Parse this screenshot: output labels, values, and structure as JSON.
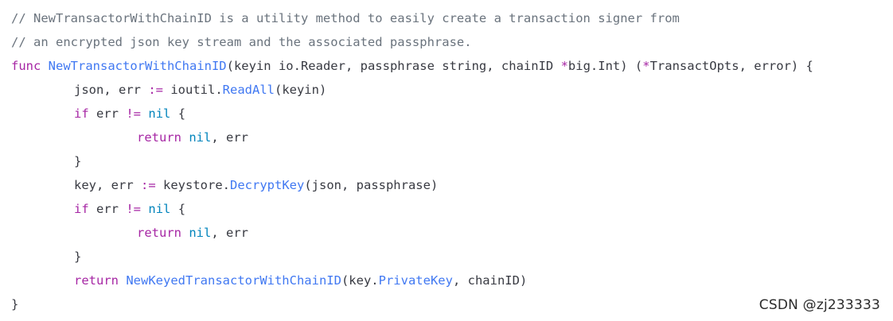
{
  "code": {
    "lines": [
      {
        "indent": 0,
        "tokens": [
          {
            "t": "comment",
            "v": "// NewTransactorWithChainID is a utility method to easily create a transaction signer from"
          }
        ]
      },
      {
        "indent": 0,
        "tokens": [
          {
            "t": "comment",
            "v": "// an encrypted json key stream and the associated passphrase."
          }
        ]
      },
      {
        "indent": 0,
        "tokens": [
          {
            "t": "keyword",
            "v": "func"
          },
          {
            "t": "plain",
            "v": " "
          },
          {
            "t": "func",
            "v": "NewTransactorWithChainID"
          },
          {
            "t": "plain",
            "v": "(keyin io.Reader, passphrase string, chainID "
          },
          {
            "t": "keyword",
            "v": "*"
          },
          {
            "t": "plain",
            "v": "big.Int) ("
          },
          {
            "t": "keyword",
            "v": "*"
          },
          {
            "t": "plain",
            "v": "TransactOpts, error) {"
          }
        ]
      },
      {
        "indent": 1,
        "tokens": [
          {
            "t": "plain",
            "v": "json, err "
          },
          {
            "t": "keyword",
            "v": ":="
          },
          {
            "t": "plain",
            "v": " ioutil."
          },
          {
            "t": "method",
            "v": "ReadAll"
          },
          {
            "t": "plain",
            "v": "(keyin)"
          }
        ]
      },
      {
        "indent": 1,
        "tokens": [
          {
            "t": "keyword",
            "v": "if"
          },
          {
            "t": "plain",
            "v": " err "
          },
          {
            "t": "keyword",
            "v": "!="
          },
          {
            "t": "plain",
            "v": " "
          },
          {
            "t": "nil",
            "v": "nil"
          },
          {
            "t": "plain",
            "v": " {"
          }
        ]
      },
      {
        "indent": 2,
        "tokens": [
          {
            "t": "keyword",
            "v": "return"
          },
          {
            "t": "plain",
            "v": " "
          },
          {
            "t": "nil",
            "v": "nil"
          },
          {
            "t": "plain",
            "v": ", err"
          }
        ]
      },
      {
        "indent": 1,
        "tokens": [
          {
            "t": "plain",
            "v": "}"
          }
        ]
      },
      {
        "indent": 1,
        "tokens": [
          {
            "t": "plain",
            "v": "key, err "
          },
          {
            "t": "keyword",
            "v": ":="
          },
          {
            "t": "plain",
            "v": " keystore."
          },
          {
            "t": "method",
            "v": "DecryptKey"
          },
          {
            "t": "plain",
            "v": "(json, passphrase)"
          }
        ]
      },
      {
        "indent": 1,
        "tokens": [
          {
            "t": "keyword",
            "v": "if"
          },
          {
            "t": "plain",
            "v": " err "
          },
          {
            "t": "keyword",
            "v": "!="
          },
          {
            "t": "plain",
            "v": " "
          },
          {
            "t": "nil",
            "v": "nil"
          },
          {
            "t": "plain",
            "v": " {"
          }
        ]
      },
      {
        "indent": 2,
        "tokens": [
          {
            "t": "keyword",
            "v": "return"
          },
          {
            "t": "plain",
            "v": " "
          },
          {
            "t": "nil",
            "v": "nil"
          },
          {
            "t": "plain",
            "v": ", err"
          }
        ]
      },
      {
        "indent": 1,
        "tokens": [
          {
            "t": "plain",
            "v": "}"
          }
        ]
      },
      {
        "indent": 1,
        "tokens": [
          {
            "t": "keyword",
            "v": "return"
          },
          {
            "t": "plain",
            "v": " "
          },
          {
            "t": "method",
            "v": "NewKeyedTransactorWithChainID"
          },
          {
            "t": "plain",
            "v": "(key."
          },
          {
            "t": "method",
            "v": "PrivateKey"
          },
          {
            "t": "plain",
            "v": ", chainID)"
          }
        ]
      },
      {
        "indent": 0,
        "tokens": [
          {
            "t": "plain",
            "v": "}"
          }
        ]
      }
    ]
  },
  "watermark": {
    "text": "CSDN @zj233333"
  },
  "colors": {
    "background": "#ffffff",
    "plain": "#383a42",
    "comment": "#6a737d",
    "keyword": "#a626a4",
    "function": "#4078f2",
    "nil": "#0184bc"
  }
}
